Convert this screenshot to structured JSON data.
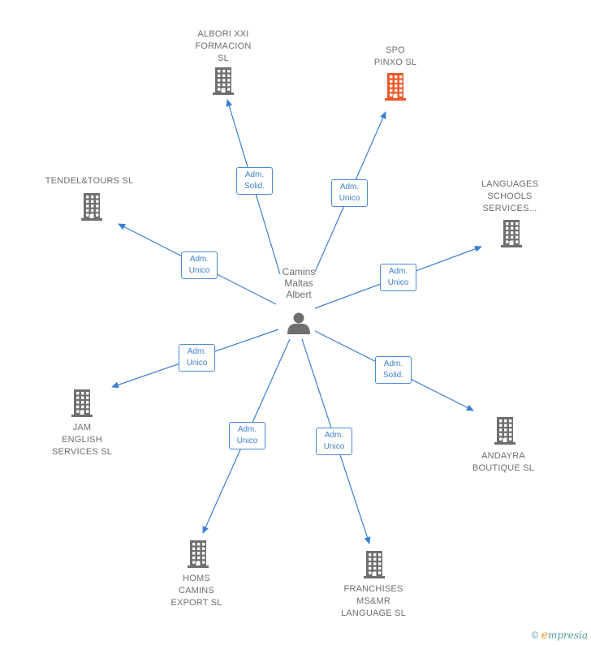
{
  "center": {
    "name_lines": [
      "Camins",
      "Maltas",
      "Albert"
    ],
    "icon": "person-icon"
  },
  "companies": [
    {
      "id": "albori",
      "name_lines": [
        "ALBORI XXI",
        "FORMACION",
        "SL"
      ],
      "highlight": false
    },
    {
      "id": "spo",
      "name_lines": [
        "SPO",
        "PINXO  SL"
      ],
      "highlight": true
    },
    {
      "id": "tendel",
      "name_lines": [
        "TENDEL&TOURS SL"
      ],
      "highlight": false
    },
    {
      "id": "languages",
      "name_lines": [
        "LANGUAGES",
        "SCHOOLS",
        "SERVICES..."
      ],
      "highlight": false
    },
    {
      "id": "jam",
      "name_lines": [
        "JAM",
        "ENGLISH",
        "SERVICES  SL"
      ],
      "highlight": false
    },
    {
      "id": "andayra",
      "name_lines": [
        "ANDAYRA",
        "BOUTIQUE  SL"
      ],
      "highlight": false
    },
    {
      "id": "homs",
      "name_lines": [
        "HOMS",
        "CAMINS",
        "EXPORT  SL"
      ],
      "highlight": false
    },
    {
      "id": "franchises",
      "name_lines": [
        "FRANCHISES",
        "MS&MR",
        "LANGUAGE  SL"
      ],
      "highlight": false
    }
  ],
  "relations": [
    {
      "to": "albori",
      "label_lines": [
        "Adm.",
        "Solid."
      ]
    },
    {
      "to": "spo",
      "label_lines": [
        "Adm.",
        "Unico"
      ]
    },
    {
      "to": "tendel",
      "label_lines": [
        "Adm.",
        "Unico"
      ]
    },
    {
      "to": "languages",
      "label_lines": [
        "Adm.",
        "Unico"
      ]
    },
    {
      "to": "jam",
      "label_lines": [
        "Adm.",
        "Unico"
      ]
    },
    {
      "to": "andayra",
      "label_lines": [
        "Adm.",
        "Solid."
      ]
    },
    {
      "to": "homs",
      "label_lines": [
        "Adm.",
        "Unico"
      ]
    },
    {
      "to": "franchises",
      "label_lines": [
        "Adm.",
        "Unico"
      ]
    }
  ],
  "colors": {
    "edge": "#3b7fd4",
    "building": "#6f6f6f",
    "building_highlight": "#f0592a",
    "person": "#6f6f6f"
  },
  "footer": {
    "copyright_symbol": "©",
    "brand_initial": "e",
    "brand_rest": "mpresia"
  }
}
